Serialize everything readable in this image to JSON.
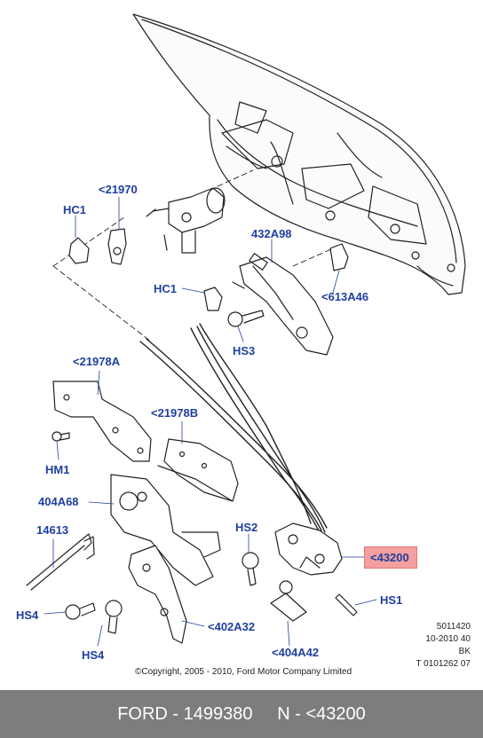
{
  "labels": {
    "p21970": "<21970",
    "hc1_top": "HC1",
    "p432A98": "432A98",
    "hc1_mid": "HC1",
    "p613A46": "<613A46",
    "hs3": "HS3",
    "p21978A": "<21978A",
    "p21978B": "<21978B",
    "hm1": "HM1",
    "p404A68": "404A68",
    "p14613": "14613",
    "hs2": "HS2",
    "p43200": "<43200",
    "hs1": "HS1",
    "hs4_left": "HS4",
    "hs4_bottom": "HS4",
    "p402A32": "<402A32",
    "p404A42": "<404A42"
  },
  "meta": {
    "line1": "5011420",
    "line2": "10-2010 40",
    "line3": "BK",
    "line4": "T 0101262 07"
  },
  "copyright": "©Copyright, 2005 - 2010, Ford Motor Company Limited",
  "footer": {
    "text": "FORD - 1499380     N - <43200"
  },
  "colors": {
    "label_blue": "#1f3fa0",
    "highlight": "#f4a0a0",
    "footer_bg": "#7d7d7d"
  }
}
